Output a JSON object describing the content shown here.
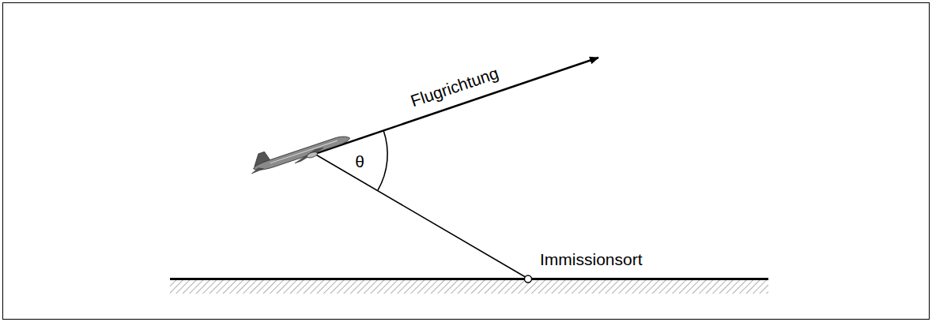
{
  "diagram": {
    "labels": [
      "Flugrichtung",
      "θ",
      "Immissionsort"
    ]
  }
}
